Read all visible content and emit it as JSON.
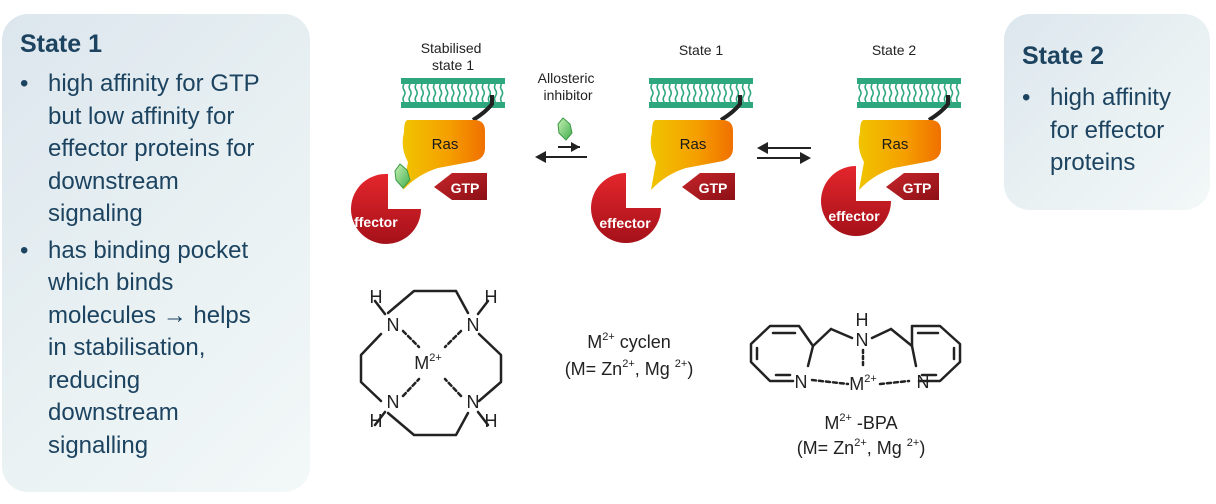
{
  "left_panel": {
    "title": "State 1",
    "bullets": [
      [
        "high affinity for GTP",
        "but low affinity for",
        "effector proteins for",
        "downstream",
        "signaling"
      ],
      [
        "has binding pocket",
        "which binds",
        "molecules → helps",
        "in stabilisation,",
        "reducing",
        "downstream",
        "signalling"
      ]
    ]
  },
  "right_panel": {
    "title": "State 2",
    "bullets": [
      [
        "high affinity",
        "for effector",
        "proteins"
      ]
    ]
  },
  "diagram": {
    "stabilised_label": [
      "Stabilised",
      "state 1"
    ],
    "state1_label": "State 1",
    "state2_label": "State 2",
    "inhibitor_label": [
      "Allosteric",
      "inhibitor"
    ],
    "ras_label": "Ras",
    "gtp_label": "GTP",
    "effector_label": "effector"
  },
  "cyclen": {
    "metal": "M",
    "metal_charge": "2+",
    "n_label": "N",
    "h_label": "H",
    "name_line1": "M",
    "name_line1_sup": "2+",
    "name_line1_rest": " cyclen",
    "name_line2": "(M= Zn",
    "name_line2_sup1": "2+",
    "name_line2_mid": ", Mg ",
    "name_line2_sup2": "2+",
    "name_line2_end": ")"
  },
  "bpa": {
    "metal": "M",
    "metal_charge": "2+",
    "n_label": "N",
    "h_label": "H",
    "name_line1": "M",
    "name_line1_sup": "2+",
    "name_line1_rest": " -BPA",
    "name_line2": "(M= Zn",
    "name_line2_sup1": "2+",
    "name_line2_mid": ", Mg ",
    "name_line2_sup2": "2+",
    "name_line2_end": ")"
  },
  "colors": {
    "panel_text": "#1c4360",
    "membrane": "#2fa77e",
    "effector": "#c4181f",
    "gtp": "#a6161c",
    "ras_yellow": "#f0c400",
    "ras_orange": "#f07c00",
    "inhibitor": "#7bd06a"
  }
}
